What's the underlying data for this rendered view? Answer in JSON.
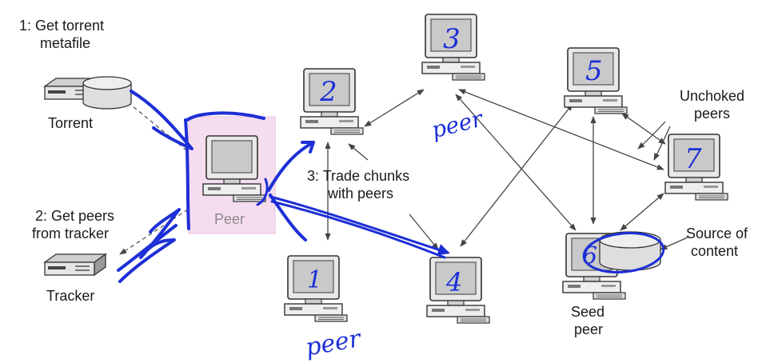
{
  "labels": {
    "step1": [
      "1: Get torrent",
      "metafile"
    ],
    "torrent": "Torrent",
    "step2": [
      "2: Get peers",
      "from tracker"
    ],
    "tracker": "Tracker",
    "peer": "Peer",
    "step3": [
      "3: Trade chunks",
      "with peers"
    ],
    "unchoked": [
      "Unchoked",
      "peers"
    ],
    "source": [
      "Source of",
      "content"
    ],
    "seed": [
      "Seed",
      "peer"
    ]
  },
  "handwriting": {
    "c1": "1",
    "c2": "2",
    "c3": "3",
    "c4": "4",
    "c5": "5",
    "c6": "6",
    "c7": "7",
    "peer_note_top": "peer",
    "peer_note_bottom": "peer"
  },
  "colors": {
    "ink": "#1d2fd6",
    "peer_highlight": "#f6dcef",
    "line": "#444444"
  },
  "icons": [
    "computer-icon",
    "server-box-icon",
    "disk-cylinder-icon"
  ]
}
